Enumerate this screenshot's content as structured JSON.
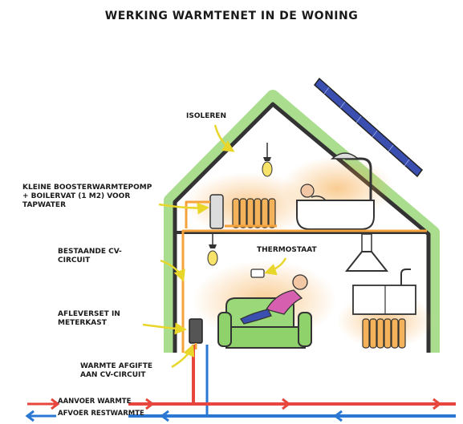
{
  "title": "WERKING WARMTENET IN DE WONING",
  "labels": {
    "isoleren": "ISOLEREN",
    "booster": "KLEINE BOOSTERWARMTEPOMP\n+ BOILERVAT (1 M2) VOOR\nTAPWATER",
    "cv_circuit": "BESTAANDE CV-\nCIRCUIT",
    "thermostaat": "THERMOSTAAT",
    "afleverset": "AFLEVERSET IN\nMETERKAST",
    "afgifte": "WARMTE AFGIFTE\nAAN CV-CIRCUIT",
    "aanvoer": "AANVOER WARMTE",
    "afvoer": "AFVOER RESTWARMTE"
  },
  "colors": {
    "supply": "#e8453c",
    "return": "#2b78d4",
    "insulation": "#8fd16a",
    "heat": "#f5a23a",
    "outline": "#333333",
    "arrow": "#f2e63a",
    "solar": "#3a4fb0"
  }
}
